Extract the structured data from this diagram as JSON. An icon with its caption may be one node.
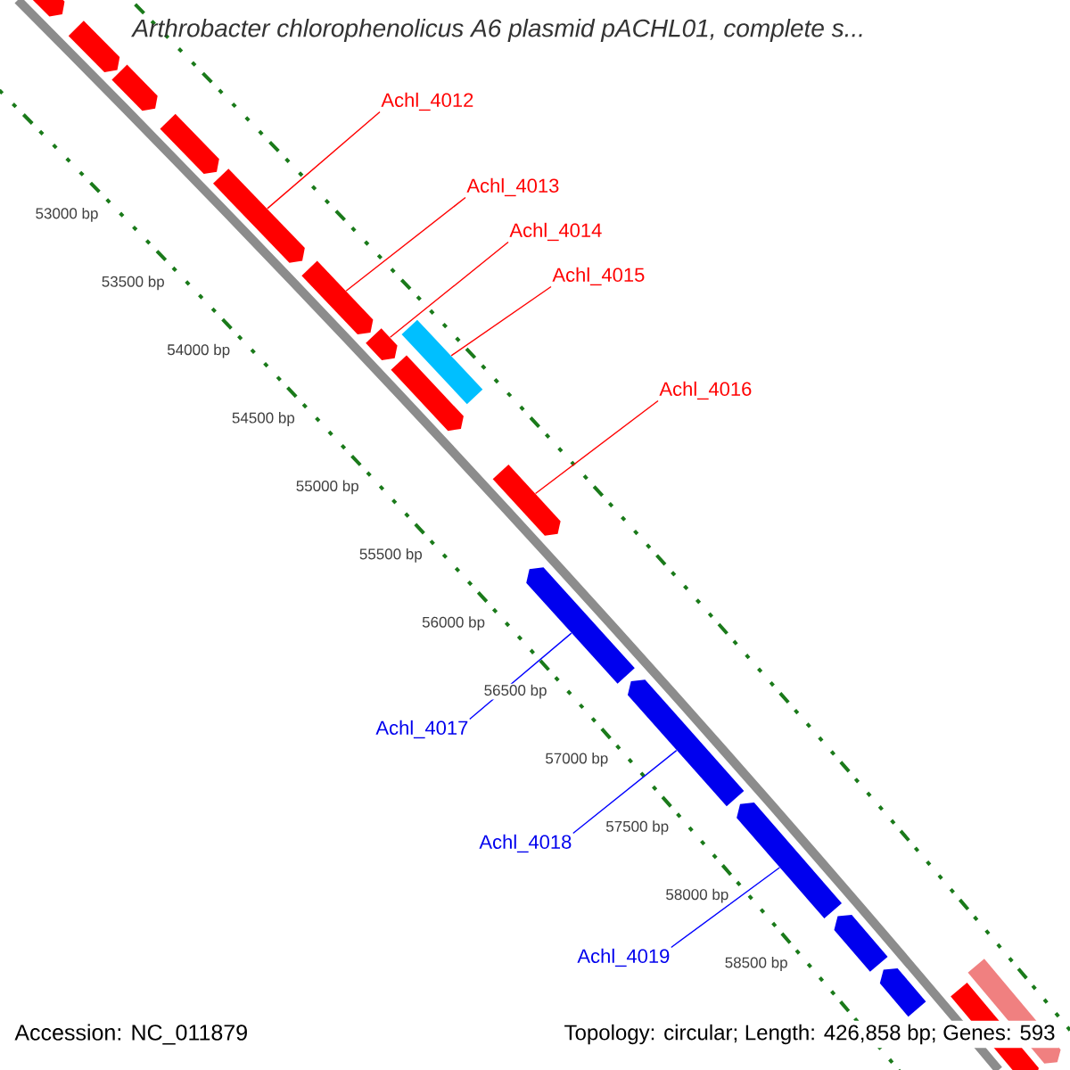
{
  "diagram": {
    "title": "Arthrobacter chlorophenolicus A6 plasmid pACHL01, complete s...",
    "nodes": [
      {
        "text": [],
        "shape": "arrow"
      },
      {
        "text": [],
        "shape": "arrow"
      },
      {
        "text": [],
        "shape": "arrow"
      },
      {
        "text": [],
        "shape": "arrow"
      },
      {
        "text": [],
        "shape": "arrow"
      },
      {
        "text": [],
        "shape": "arrow"
      },
      {
        "text": [],
        "shape": "arrow"
      },
      {
        "text": [],
        "shape": "box"
      },
      {
        "text": [],
        "shape": "arrow"
      },
      {
        "text": [],
        "shape": "arrow"
      },
      {
        "text": [],
        "shape": "arrow"
      },
      {
        "text": [],
        "shape": "arrow"
      },
      {
        "text": [],
        "shape": "arrow"
      },
      {
        "text": [],
        "shape": "arrow"
      },
      {
        "text": [],
        "shape": "arrow"
      },
      {
        "text": [],
        "shape": "arrow"
      },
      {
        "text": [],
        "shape": "arrow"
      },
      {
        "text": [
          "Achl_4012"
        ]
      },
      {
        "text": [
          "Achl_4013"
        ]
      },
      {
        "text": [
          "Achl_4014"
        ]
      },
      {
        "text": [
          "Achl_4015"
        ]
      },
      {
        "text": [
          "Achl_4016"
        ]
      },
      {
        "text": [
          "Achl_4017"
        ]
      },
      {
        "text": [
          "Achl_4018"
        ]
      },
      {
        "text": [
          "Achl_4019"
        ]
      }
    ],
    "edges": [
      {
        "from": 17,
        "to": 4,
        "arrow": "none"
      },
      {
        "from": 18,
        "to": 5,
        "arrow": "none"
      },
      {
        "from": 19,
        "to": 6,
        "arrow": "none"
      },
      {
        "from": 20,
        "to": 7,
        "arrow": "none"
      },
      {
        "from": 21,
        "to": 9,
        "arrow": "none"
      },
      {
        "from": 22,
        "to": 10,
        "arrow": "none",
        "color": "#0000ff"
      },
      {
        "from": 23,
        "to": 11,
        "arrow": "none",
        "color": "#0000ff"
      },
      {
        "from": 24,
        "to": 12,
        "arrow": "none",
        "color": "#0000ff"
      }
    ],
    "labels": [
      "53000 bp",
      "53500 bp",
      "54000 bp",
      "54500 bp",
      "55000 bp",
      "55500 bp",
      "56000 bp",
      "56500 bp",
      "57000 bp",
      "57500 bp",
      "58000 bp",
      "58500 bp",
      "Accession: NC_011879",
      "Topology: circular; Length: 426,858 bp; Genes: 593"
    ]
  }
}
